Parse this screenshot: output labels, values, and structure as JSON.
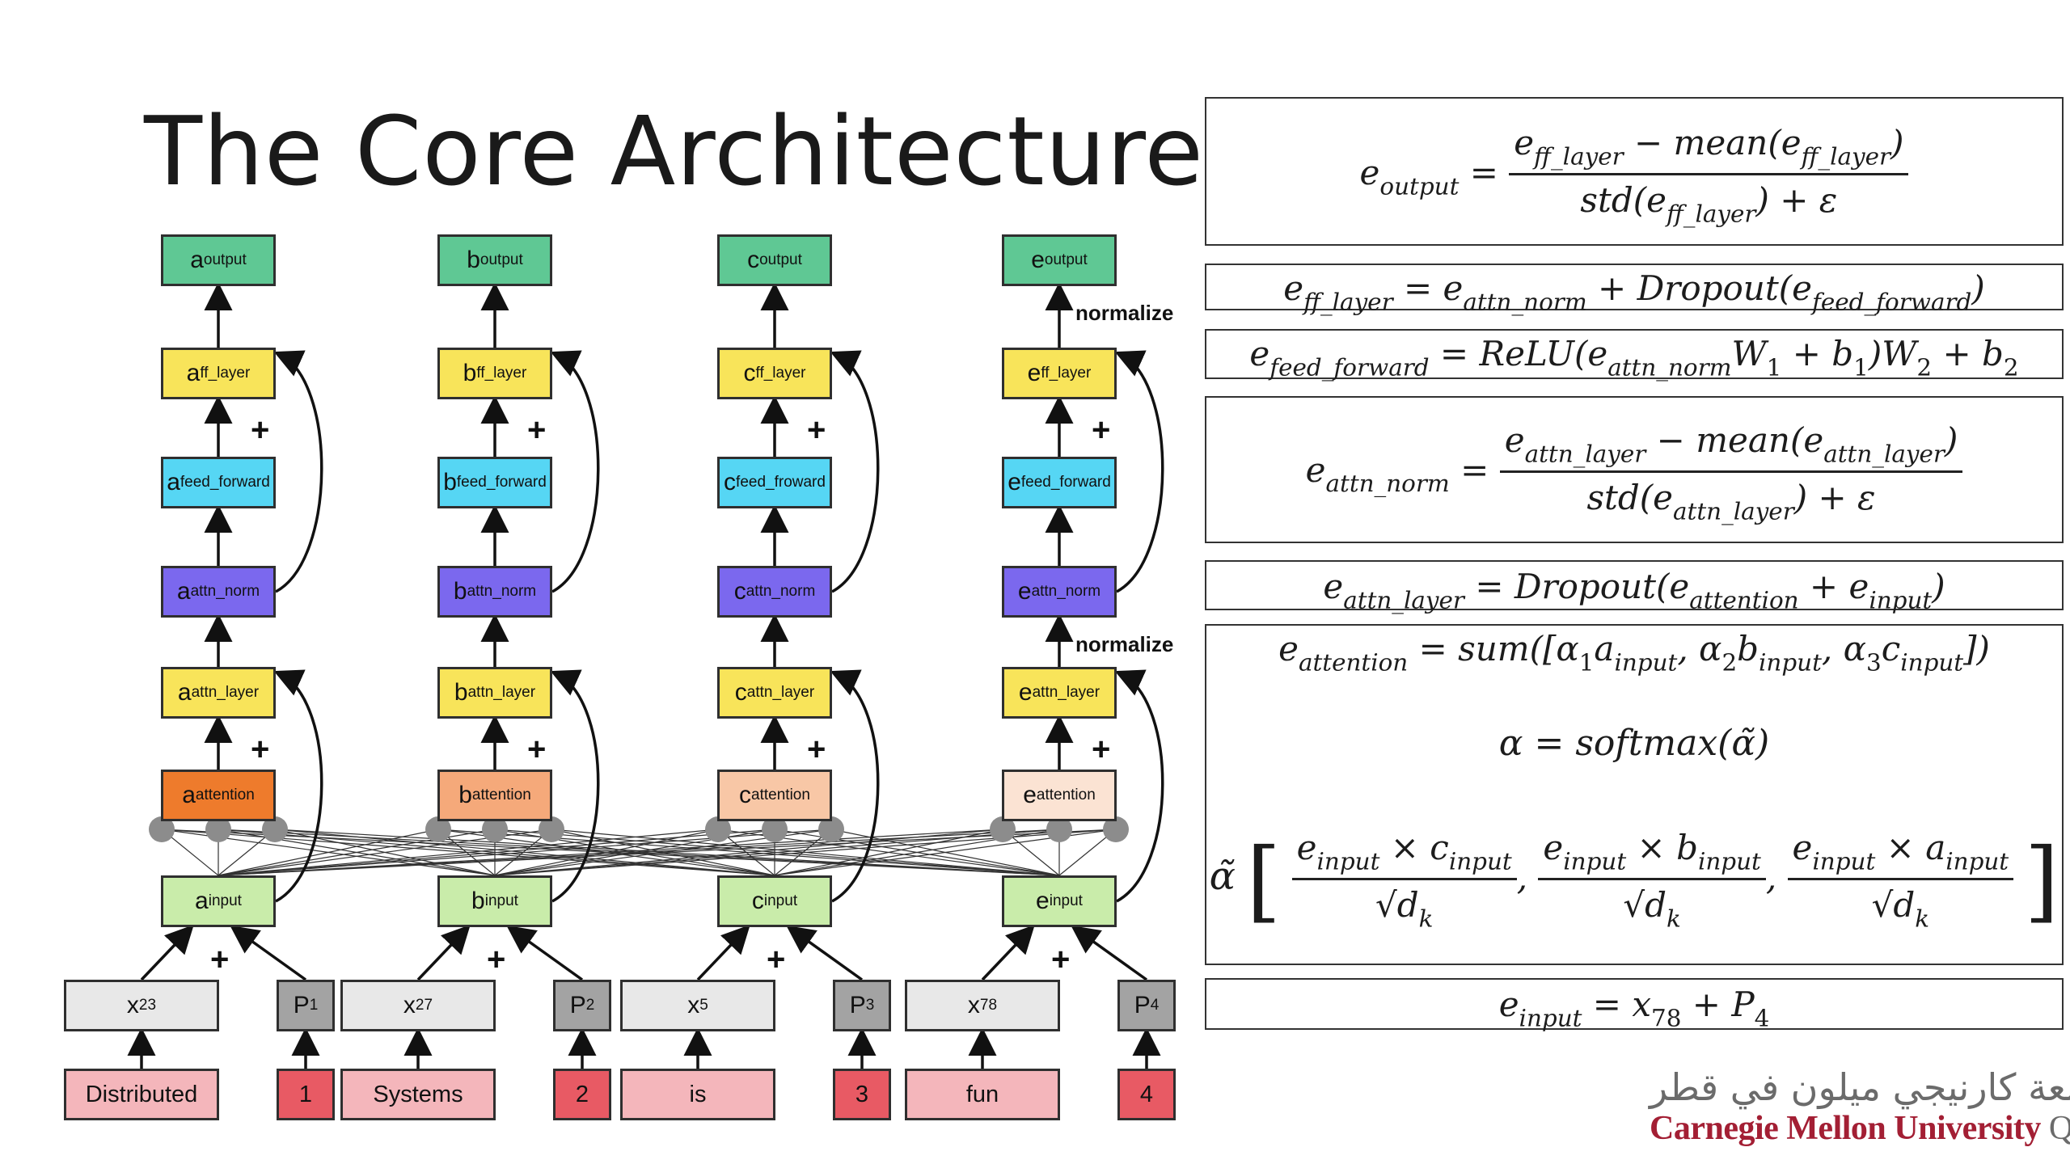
{
  "slide": {
    "title": "The Core Architecture",
    "normalize_label": "normalize",
    "plus": "+"
  },
  "columns": [
    {
      "letter": "a",
      "x_sub": "23",
      "word": "Distributed",
      "pos": "1",
      "p_sub": "1",
      "attention_color": "#ee7b2c",
      "feed_forward_sub": "feed_forward"
    },
    {
      "letter": "b",
      "x_sub": "27",
      "word": "Systems",
      "pos": "2",
      "p_sub": "2",
      "attention_color": "#f5a97a",
      "feed_forward_sub": "feed_forward"
    },
    {
      "letter": "c",
      "x_sub": "5",
      "word": "is",
      "pos": "3",
      "p_sub": "3",
      "attention_color": "#f8c7a6",
      "feed_forward_sub": "feed_froward"
    },
    {
      "letter": "e",
      "x_sub": "78",
      "word": "fun",
      "pos": "4",
      "p_sub": "4",
      "attention_color": "#fbe3d3",
      "feed_forward_sub": "feed_forward"
    }
  ],
  "layers": {
    "output": "output",
    "ff_layer": "ff_layer",
    "attn_norm": "attn_norm",
    "attn_layer": "attn_layer",
    "attention": "attention",
    "input": "input"
  },
  "colors": {
    "output": "#5fc894",
    "ff_layer": "#f8e45a",
    "feed_forward": "#56d6f4",
    "attn_norm": "#7b68ee",
    "attn_layer": "#f8e45a",
    "input": "#c9ecaa",
    "token": "#e8e8e8",
    "position": "#a3a3a3",
    "word": "#f4b6bb",
    "pos_num": "#e85a64",
    "node": "#8c8c8c"
  },
  "equations": {
    "e_output": {
      "lhs": "e",
      "lhs_sub": "output",
      "num": "e_ff_layer − mean(e_ff_layer)",
      "den": "std(e_ff_layer) + ε"
    },
    "e_ff_layer": "e_ff_layer = e_attn_norm + Dropout(e_feed_forward)",
    "e_feed_forward": "e_feed_forward = ReLU(e_attn_norm W1 + b1)W2 + b2",
    "e_attn_norm": {
      "num": "e_attn_layer − mean(e_attn_layer)",
      "den": "std(e_attn_layer) + ε"
    },
    "e_attn_layer": "e_attn_layer = Dropout(e_attention + e_input)",
    "e_attention": "e_attention = sum([α1 a_input, α2 b_input, α3 c_input])",
    "alpha": "α = softmax(α̃)",
    "alpha_tilde": "α̃ [ e_input × c_input / √d_k , e_input × b_input / √d_k , e_input × a_input / √d_k ]",
    "e_input": "e_input = x78 + P4"
  },
  "logo": {
    "arabic": "جامعة كارنيجي ميلون في قطر",
    "english_main": "Carnegie Mellon University",
    "english_tail": " Qatar"
  }
}
